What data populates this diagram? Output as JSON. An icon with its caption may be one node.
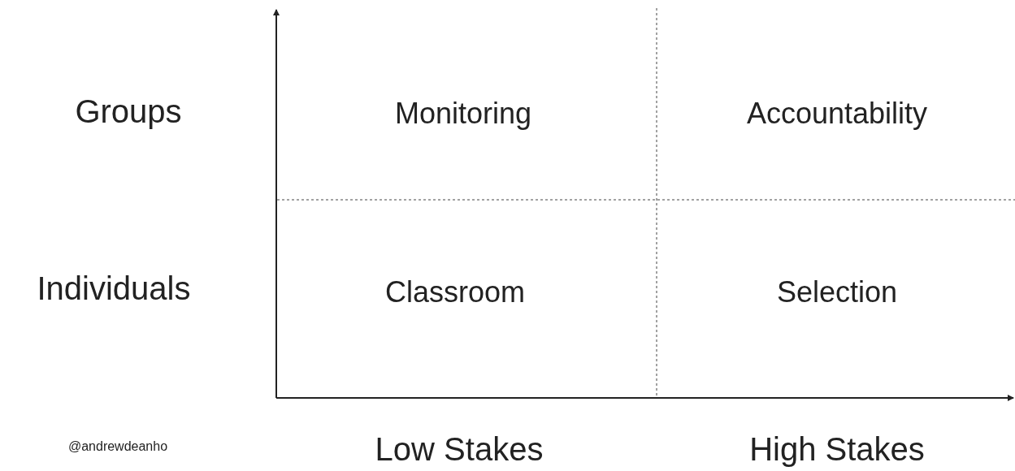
{
  "diagram": {
    "labels": [
      "Groups",
      "Monitoring",
      "Accountability",
      "Individuals",
      "Classroom",
      "Selection",
      "@andrewdeanho",
      "Low Stakes",
      "High Stakes"
    ]
  }
}
